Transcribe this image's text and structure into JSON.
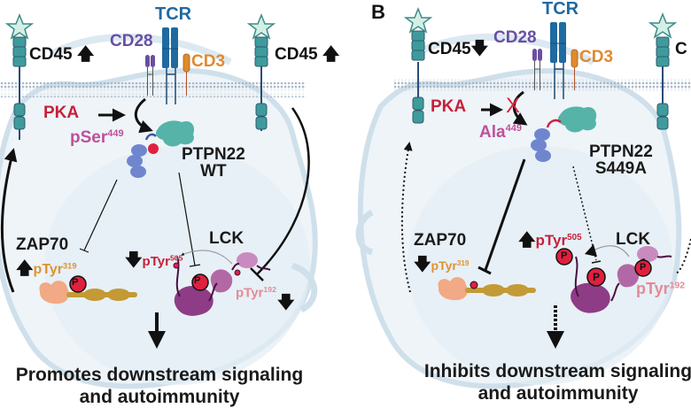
{
  "figure": {
    "panel_b": {
      "letter": "B"
    },
    "panel_a": {
      "receptors": {
        "tcr": "TCR",
        "cd28": "CD28",
        "cd3": "CD3",
        "cd45_left": "CD45",
        "cd45_right": "CD45",
        "cd45_direction": "up"
      },
      "kinase": "PKA",
      "site": {
        "text": "pSer",
        "residue": "449"
      },
      "phosphatase": {
        "name": "PTPN22",
        "variant": "WT"
      },
      "zap70": {
        "name": "ZAP70",
        "site_text": "pTyr",
        "residue": "319",
        "direction": "up"
      },
      "lck": {
        "name": "LCK"
      },
      "lck_y505": {
        "site_text": "pTyr",
        "residue": "505",
        "direction": "down"
      },
      "lck_y192": {
        "site_text": "pTyr",
        "residue": "192",
        "direction": "down"
      },
      "phospho_label": "P",
      "outcome_line1": "Promotes downstream signaling",
      "outcome_line2": "and autoimmunity"
    },
    "panel_b_content": {
      "receptors": {
        "tcr": "TCR",
        "cd28": "CD28",
        "cd3": "CD3",
        "cd45_left": "CD45",
        "cd45_right_partial": "C",
        "cd45_direction": "down"
      },
      "kinase": "PKA",
      "kinase_blocked_mark": "X",
      "site": {
        "text": "Ala",
        "residue": "449"
      },
      "phosphatase": {
        "name": "PTPN22",
        "variant": "S449A"
      },
      "zap70": {
        "name": "ZAP70",
        "site_text": "pTyr",
        "residue": "319",
        "direction": "down"
      },
      "lck": {
        "name": "LCK"
      },
      "lck_y505": {
        "site_text": "pTyr",
        "residue": "505",
        "direction": "up"
      },
      "lck_y192": {
        "site_text": "pTyr",
        "residue": "192"
      },
      "phospho_label": "P",
      "outcome_line1": "Inhibits downstream signaling",
      "outcome_line2": "and autoimmunity"
    },
    "colors": {
      "cell_fill": "#eaf2f7",
      "cell_outline": "#c9dde9",
      "membrane": "#a9b8c8",
      "cd45": "#3f9b9b",
      "tcr": "#1f6aa0",
      "cd28": "#6a4fa3",
      "cd3": "#e08a2e",
      "ptpn22_catalytic": "#55b3a8",
      "ptpn22_interdomain": "#6f86cf",
      "phospho": "#e0203f",
      "zap70_head": "#f2a985",
      "zap70_body": "#c49a36",
      "lck": "#8e3c86",
      "lck_light": "#c07fb6"
    }
  }
}
